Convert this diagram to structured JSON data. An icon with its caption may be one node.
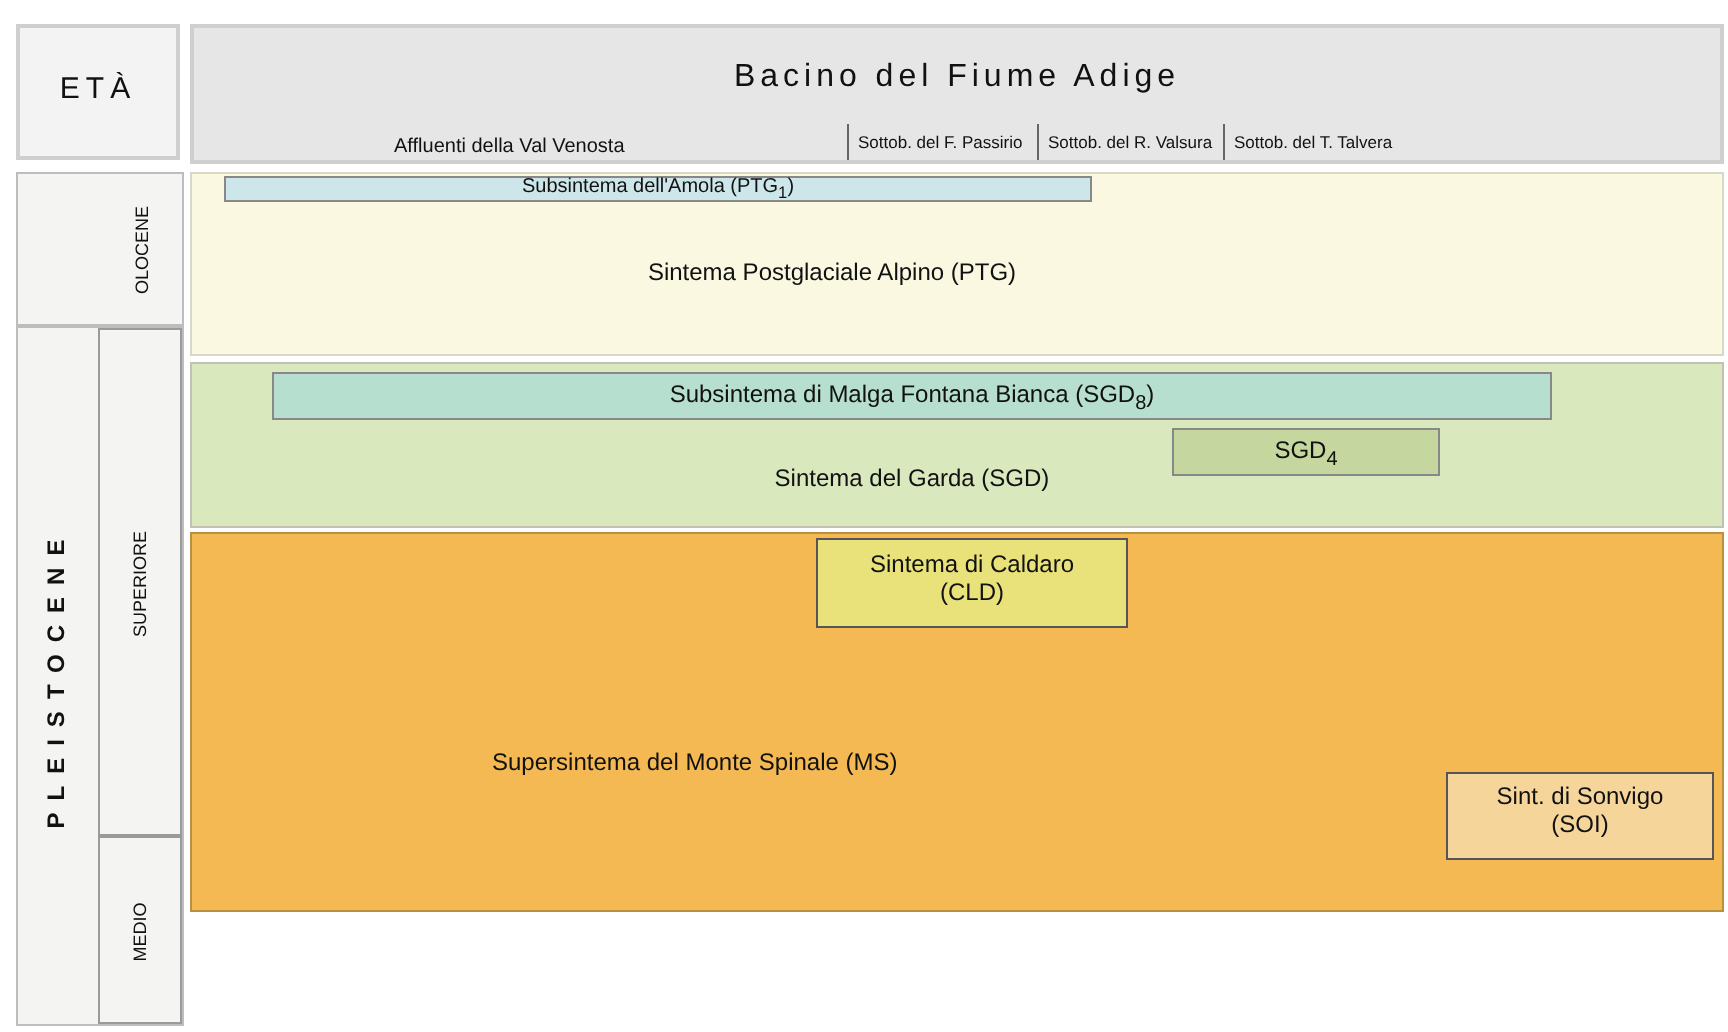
{
  "diagram": {
    "nodes": [
      {
        "text": [
          "ETÀ"
        ]
      },
      {
        "text": [
          "Bacino del Fiume Adige",
          "Affluenti della Val Venosta",
          "Sottob. del F. Passirio",
          "Sottob. del R. Valsura",
          "Sottob. del T. Talvera"
        ]
      },
      {
        "text": [
          "OLOCENE"
        ]
      },
      {
        "text": [
          "PLEISTOCENE"
        ]
      },
      {
        "text": [
          "SUPERIORE"
        ],
        "in": 3
      },
      {
        "text": [
          "MEDIO"
        ],
        "in": 3
      },
      {
        "text": [
          "Sintema Postglaciale Alpino  (PTG)"
        ]
      },
      {
        "text": [
          "Subsintema dell'Amola (PTG$_{1}$)"
        ],
        "in": 6
      },
      {
        "text": [
          "Sintema del Garda (SGD)"
        ]
      },
      {
        "text": [
          "Subsintema di Malga Fontana Bianca (SGD$_{8}$)"
        ],
        "in": 8
      },
      {
        "text": [
          "SGD$_{4}$"
        ],
        "in": 8
      },
      {
        "text": [
          "Supersintema del Monte Spinale (MS)"
        ]
      },
      {
        "text": [
          "Sintema di Caldaro (CLD)"
        ],
        "in": 11
      },
      {
        "text": [
          "Sint. di Sonvigo (SOI)"
        ],
        "in": 11
      }
    ]
  }
}
